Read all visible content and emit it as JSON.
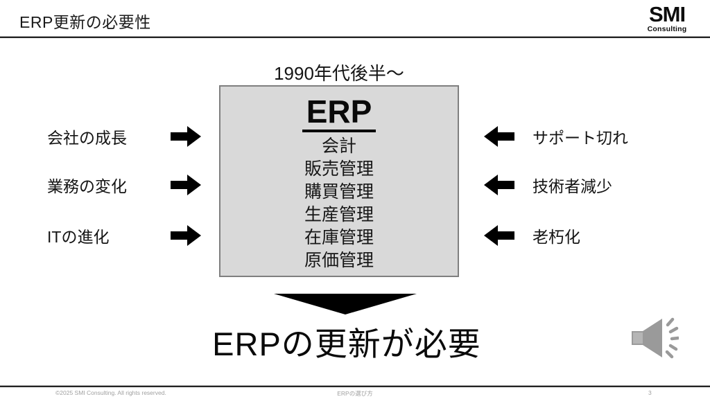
{
  "slide": {
    "title": "ERP更新の必要性",
    "logo": {
      "main": "SMI",
      "sub": "Consulting"
    },
    "era_label": "1990年代後半～",
    "erp_box": {
      "heading": "ERP",
      "modules": [
        "会計",
        "販売管理",
        "購買管理",
        "生産管理",
        "在庫管理",
        "原価管理"
      ]
    },
    "left_factors": [
      "会社の成長",
      "業務の変化",
      "ITの進化"
    ],
    "right_factors": [
      "サポート切れ",
      "技術者減少",
      "老朽化"
    ],
    "conclusion": "ERPの更新が必要",
    "footer": {
      "copyright": "©2025 SMI Consulting. All rights reserved.",
      "doc_title": "ERPの選び方",
      "page_number": "3"
    },
    "colors": {
      "box_fill": "#d9d9d9",
      "box_border": "#7f7f7f",
      "arrow": "#000000",
      "speaker": "#9a9a9a",
      "footer_text": "#a0a0a0"
    }
  }
}
